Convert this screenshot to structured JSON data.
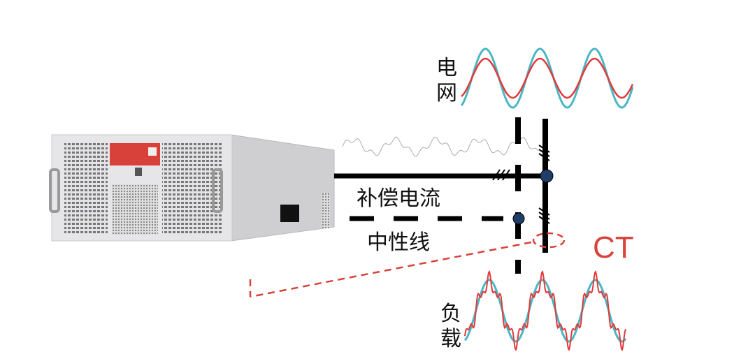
{
  "labels": {
    "grid": "电网",
    "compensation_current": "补偿电流",
    "neutral_line": "中性线",
    "ct": "CT",
    "load": "负载"
  },
  "colors": {
    "grid_voltage_wave": "#e23a3a",
    "reference_wave": "#4bb6c4",
    "ct_marker": "#d9413a",
    "node": "#1f3d66",
    "device_label": "#d8403a"
  }
}
